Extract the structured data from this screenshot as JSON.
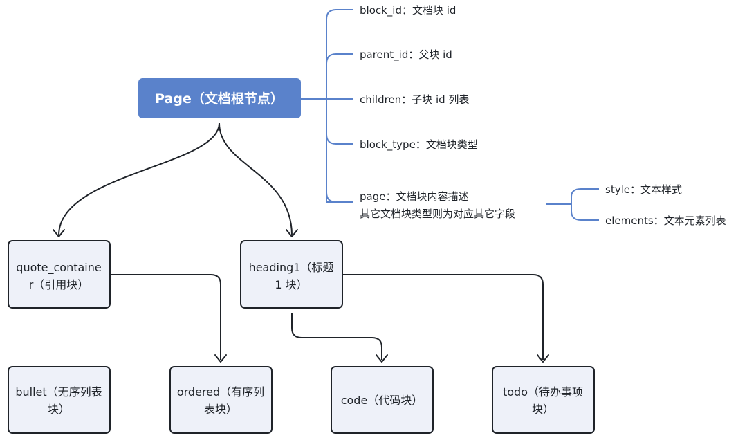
{
  "root": {
    "label": "Page（文档根节点）"
  },
  "fields": [
    {
      "label": "block_id：文档块 id"
    },
    {
      "label": "parent_id：父块 id"
    },
    {
      "label": "children：子块 id 列表"
    },
    {
      "label": "block_type：文档块类型"
    },
    {
      "label_line1": "page：文档块内容描述",
      "label_line2": "其它文档块类型则为对应其它字段"
    }
  ],
  "page_subfields": [
    {
      "label": "style：文本样式"
    },
    {
      "label": "elements：文本元素列表"
    }
  ],
  "level1": [
    {
      "line1": "quote_containe",
      "line2": "r（引用块）"
    },
    {
      "line1": "heading1（标题",
      "line2": "1 块）"
    }
  ],
  "level2": [
    {
      "line1": "bullet（无序列表",
      "line2": "块）"
    },
    {
      "line1": "ordered（有序列",
      "line2": "表块）"
    },
    {
      "line1": "code（代码块）",
      "line2": ""
    },
    {
      "line1": "todo（待办事项",
      "line2": "块）"
    }
  ],
  "colors": {
    "accent": "#5a82cb",
    "node_fill": "#eef1f9",
    "stroke": "#1f2329"
  }
}
